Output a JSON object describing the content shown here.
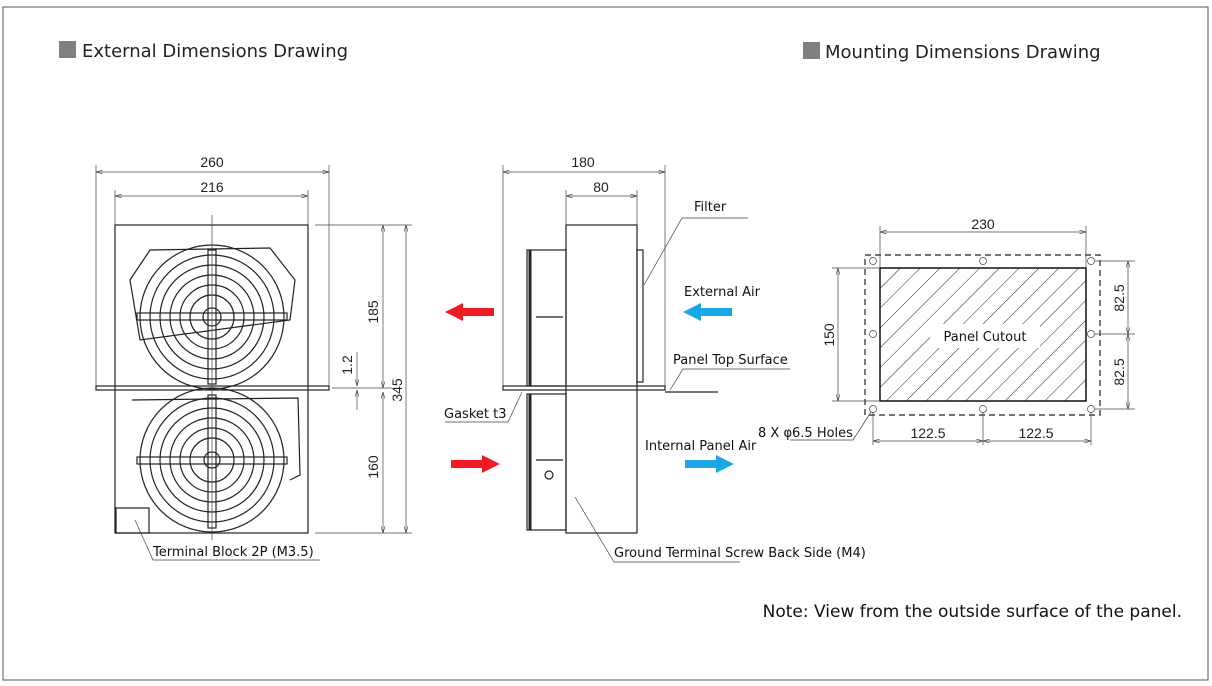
{
  "headers": {
    "external": "External Dimensions Drawing",
    "mounting": "Mounting Dimensions Drawing"
  },
  "front_view": {
    "dim_width_total": "260",
    "dim_width_inner": "216",
    "dim_upper": "185",
    "dim_plate": "1.2",
    "dim_total_height": "345",
    "dim_lower": "160",
    "terminal_label": "Terminal Block 2P (M3.5)"
  },
  "side_view": {
    "dim_depth_total": "180",
    "dim_depth_outer": "80",
    "filter_label": "Filter",
    "external_air_label": "External Air",
    "panel_top_label": "Panel Top Surface",
    "gasket_label": "Gasket t3",
    "internal_air_label": "Internal Panel Air",
    "ground_label": "Ground Terminal Screw Back Side (M4)",
    "colors": {
      "hot": "#ee1c25",
      "cool": "#1aa7e8"
    }
  },
  "mounting": {
    "dim_width": "230",
    "dim_height": "150",
    "dim_right_upper": "82.5",
    "dim_right_lower": "82.5",
    "dim_bottom_left": "122.5",
    "dim_bottom_right": "122.5",
    "cutout_label": "Panel Cutout",
    "holes_label": "8 X φ6.5 Holes"
  },
  "note": "Note: View from the outside surface of the panel."
}
